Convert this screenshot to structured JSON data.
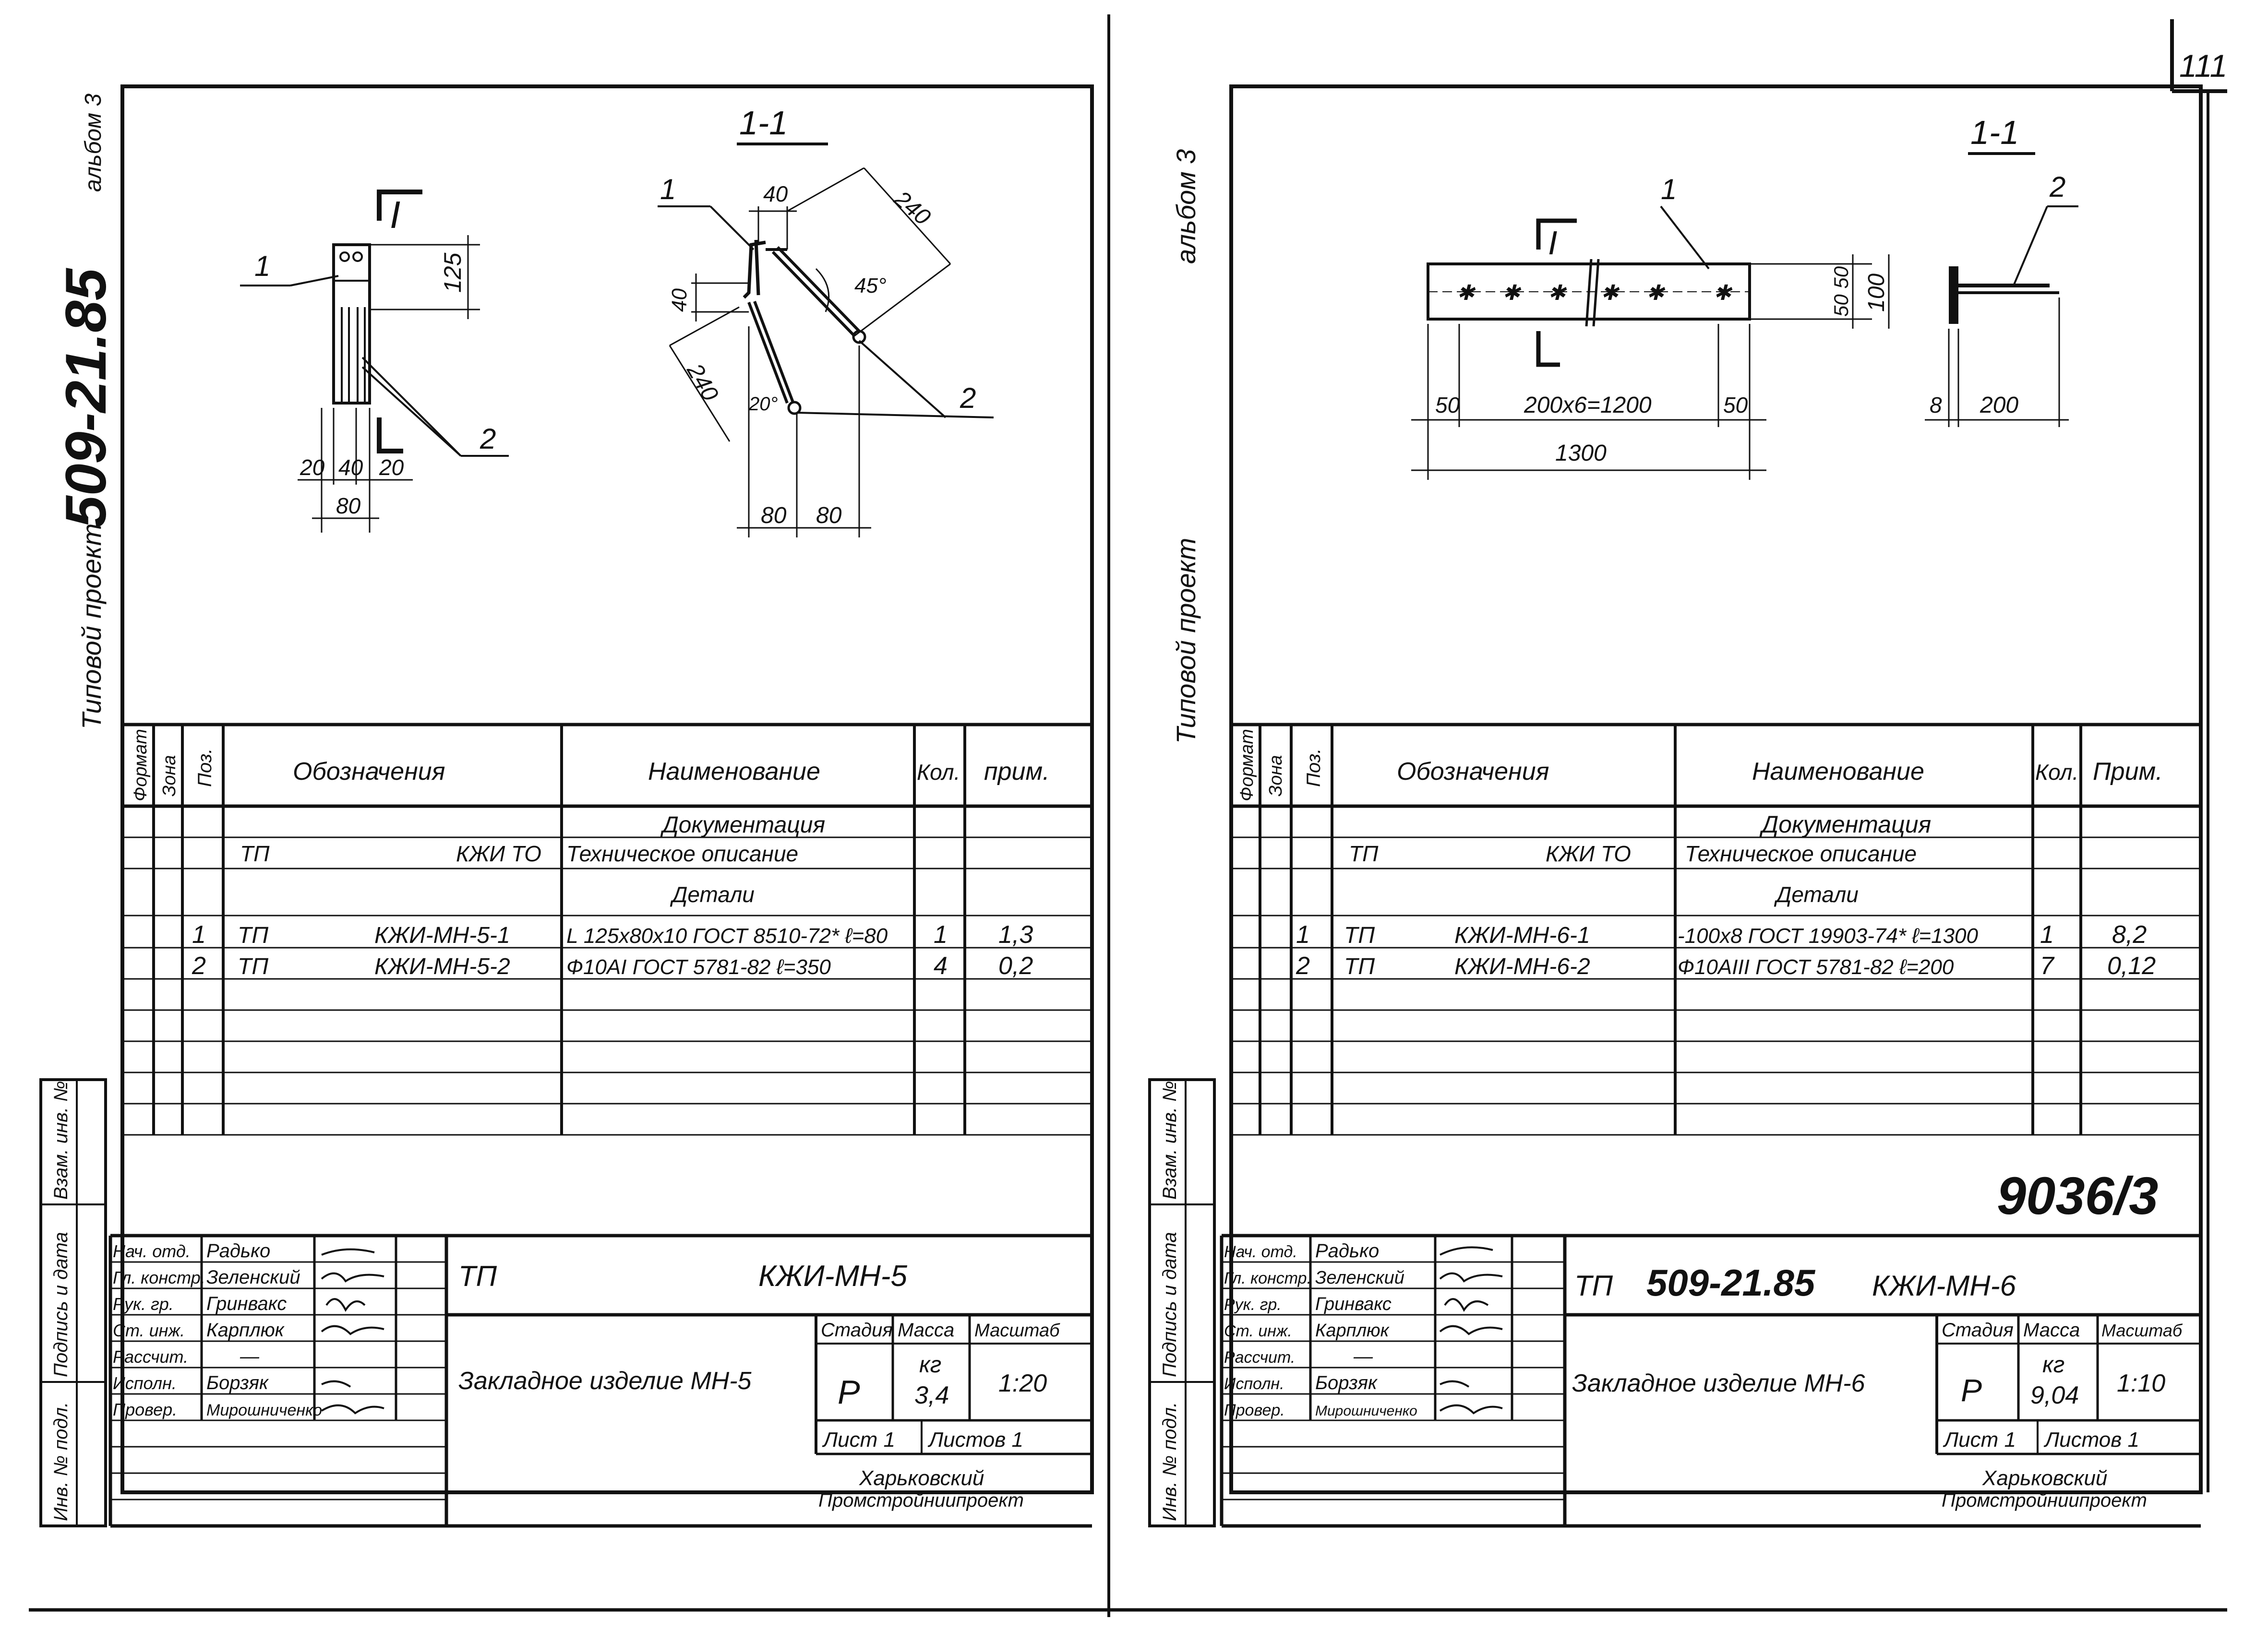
{
  "page_number": "111",
  "album_label": "альбом 3",
  "left": {
    "side_title": "Типовой проект",
    "side_code": "509-21.85",
    "side_album": "альбом 3",
    "section_label": "1-1",
    "view_mark": "I",
    "dims": {
      "d125": "125",
      "d20a": "20",
      "d40a": "40",
      "d20b": "20",
      "d80": "80",
      "d40b": "40",
      "d240a": "240",
      "d40c": "40",
      "d45": "45°",
      "d240b": "240",
      "d20deg": "20°",
      "d80b": "80",
      "d80c": "80"
    },
    "pos1": "1",
    "pos2": "2",
    "pos1b": "1",
    "pos2b": "2",
    "spec": {
      "headers": [
        "Формат",
        "Зона",
        "Поз.",
        "Обозначения",
        "Наименование",
        "Кол.",
        "прим."
      ],
      "doc_designation": "ТП",
      "doc_code": "КЖИ ТО",
      "doc_header1": "Документация",
      "doc_header2": "Техническое описание",
      "doc_header3": "Детали",
      "rows": [
        {
          "pos": "1",
          "tp": "ТП",
          "designation": "КЖИ-МН-5-1",
          "name": "L 125x80x10 ГОСТ 8510-72* ℓ=80",
          "qty": "1",
          "note": "1,3"
        },
        {
          "pos": "2",
          "tp": "ТП",
          "designation": "КЖИ-МН-5-2",
          "name": "Ф10АI ГОСТ 5781-82 ℓ=350",
          "qty": "4",
          "note": "0,2"
        }
      ]
    },
    "stamp": {
      "roles": [
        "Нач. отд.",
        "Гл. констр.",
        "Рук. гр.",
        "Ст. инж.",
        "Рассчит.",
        "Исполн.",
        "Провер."
      ],
      "names": [
        "Радько",
        "Зеленский",
        "Гринвакс",
        "Карплюк",
        "—",
        "Борзяк",
        "Мирошниченко"
      ],
      "designation_tp": "ТП",
      "designation": "КЖИ-МН-5",
      "title": "Закладное изделие МН-5",
      "stage_label": "Стадия",
      "mass_label": "Масса",
      "scale_label": "Масштаб",
      "stage": "Р",
      "mass_unit": "кг",
      "mass": "3,4",
      "scale": "1:20",
      "sheet": "Лист 1",
      "sheets": "Листов 1",
      "org_line1": "Харьковский",
      "org_line2": "Промстройниипроект"
    },
    "side_stamp": [
      "Инв. № подл.",
      "Подпись и дата",
      "Взам. инв. №"
    ]
  },
  "right": {
    "side_title": "Типовой проект",
    "side_album": "альбом 3",
    "section_label": "1-1",
    "view_mark": "I",
    "dims": {
      "d50a": "50",
      "d200x6": "200х6=1200",
      "d50b": "50",
      "d1300": "1300",
      "d5050": "50 50",
      "d100": "100",
      "d8": "8",
      "d200": "200"
    },
    "pos1": "1",
    "pos2": "2",
    "spec": {
      "headers": [
        "Формат",
        "Зона",
        "Поз.",
        "Обозначения",
        "Наименование",
        "Кол.",
        "Прим."
      ],
      "doc_designation": "ТП",
      "doc_code": "КЖИ ТО",
      "doc_header1": "Документация",
      "doc_header2": "Техническое описание",
      "doc_header3": "Детали",
      "rows": [
        {
          "pos": "1",
          "tp": "ТП",
          "designation": "КЖИ-МН-6-1",
          "name": "-100х8 ГОСТ 19903-74* ℓ=1300",
          "qty": "1",
          "note": "8,2"
        },
        {
          "pos": "2",
          "tp": "ТП",
          "designation": "КЖИ-МН-6-2",
          "name": "Ф10АIII ГОСТ 5781-82 ℓ=200",
          "qty": "7",
          "note": "0,12"
        }
      ]
    },
    "archive_number": "9036/3",
    "stamp": {
      "roles": [
        "Нач. отд.",
        "Гл. констр.",
        "Рук. гр.",
        "Ст. инж.",
        "Рассчит.",
        "Исполн.",
        "Провер."
      ],
      "names": [
        "Радько",
        "Зеленский",
        "Гринвакс",
        "Карплюк",
        "—",
        "Борзяк",
        "Мирошниченко"
      ],
      "designation_tp": "ТП",
      "designation_code": "509-21.85",
      "designation": "КЖИ-МН-6",
      "title": "Закладное изделие МН-6",
      "stage_label": "Стадия",
      "mass_label": "Масса",
      "scale_label": "Масштаб",
      "stage": "Р",
      "mass_unit": "кг",
      "mass": "9,04",
      "scale": "1:10",
      "sheet": "Лист 1",
      "sheets": "Листов 1",
      "org_line1": "Харьковский",
      "org_line2": "Промстройниипроект"
    },
    "side_stamp": [
      "Инв. № подл.",
      "Подпись и дата",
      "Взам. инв. №"
    ]
  }
}
